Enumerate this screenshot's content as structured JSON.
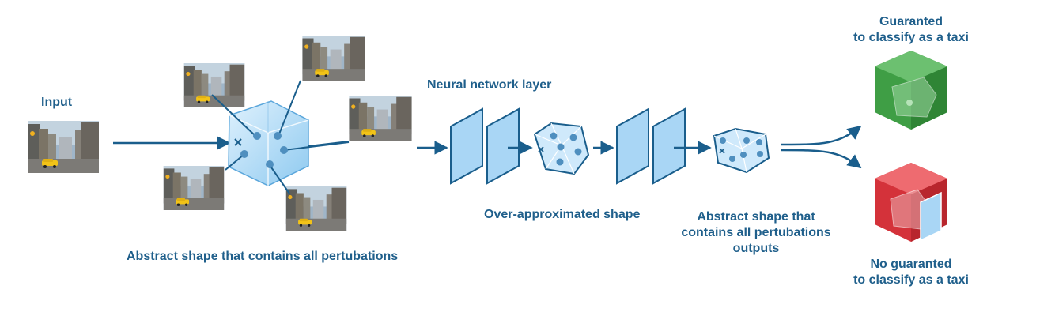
{
  "labels": {
    "input": "Input",
    "neural_network_layer": "Neural network layer",
    "over_approximated_shape": "Over-approximated shape",
    "abstract_shape_input": "Abstract shape that contains all pertubations",
    "abstract_shape_output": "Abstract shape that\ncontains all pertubations\noutputs",
    "guaranteed": "Guaranted\nto classify as a taxi",
    "not_guaranteed": "No guaranted\nto classify as a taxi"
  },
  "colors": {
    "text": "#1f5f8b",
    "arrow": "#1a5e8c",
    "layer_fill": "#a9d6f5",
    "shape_fill": "#cfe9fb",
    "dot": "#4f8fbf",
    "green_cube": "#3f9e45",
    "red_cube": "#d4323a",
    "sky": "#8aa9c4",
    "taxi": "#f2c318"
  },
  "icons": [
    "city-street-photo",
    "abstract-cube",
    "network-layer",
    "polytope",
    "green-cube",
    "red-cube",
    "split-arrow"
  ]
}
